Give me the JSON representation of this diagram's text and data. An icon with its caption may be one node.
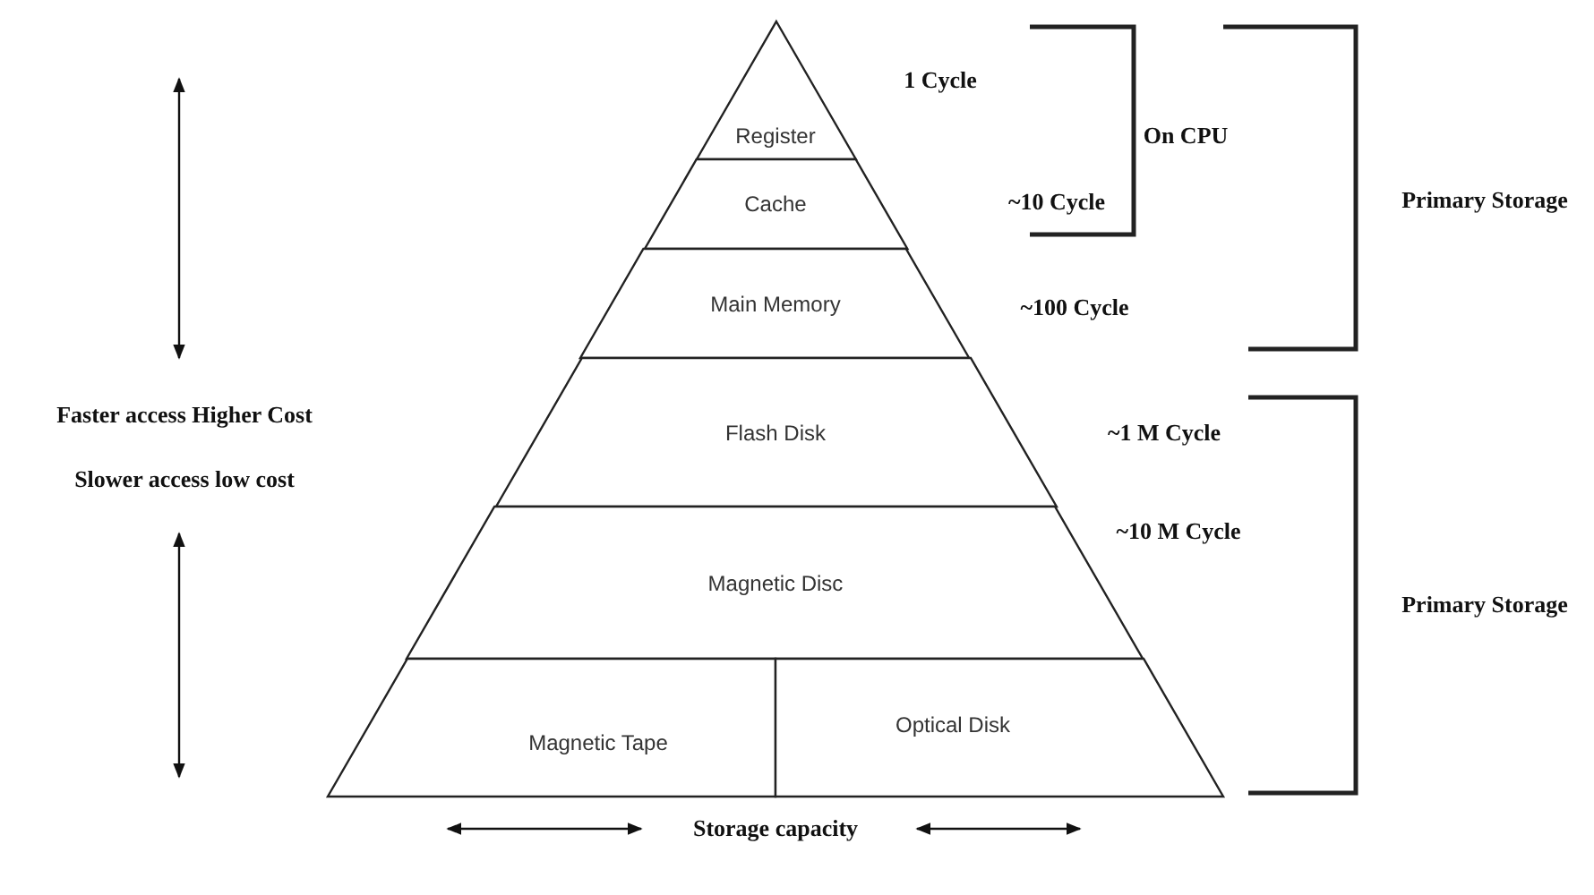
{
  "diagram": {
    "nodes": [
      {
        "text": [
          "Register"
        ]
      },
      {
        "text": [
          "Cache"
        ]
      },
      {
        "text": [
          "Main Memory"
        ]
      },
      {
        "text": [
          "Flash Disk"
        ]
      },
      {
        "text": [
          "Magnetic Disc"
        ]
      },
      {
        "text": [
          "Magnetic Tape"
        ]
      },
      {
        "text": [
          "Optical Disk"
        ]
      }
    ],
    "edges": [],
    "labels": [
      "1 Cycle",
      "On CPU",
      "Primary Storage",
      "~10 Cycle",
      "~100 Cycle",
      "Faster access Higher Cost",
      "~1 M Cycle",
      "Slower access low cost",
      "~10 M Cycle",
      "Primary Storage",
      "Storage capacity"
    ]
  }
}
